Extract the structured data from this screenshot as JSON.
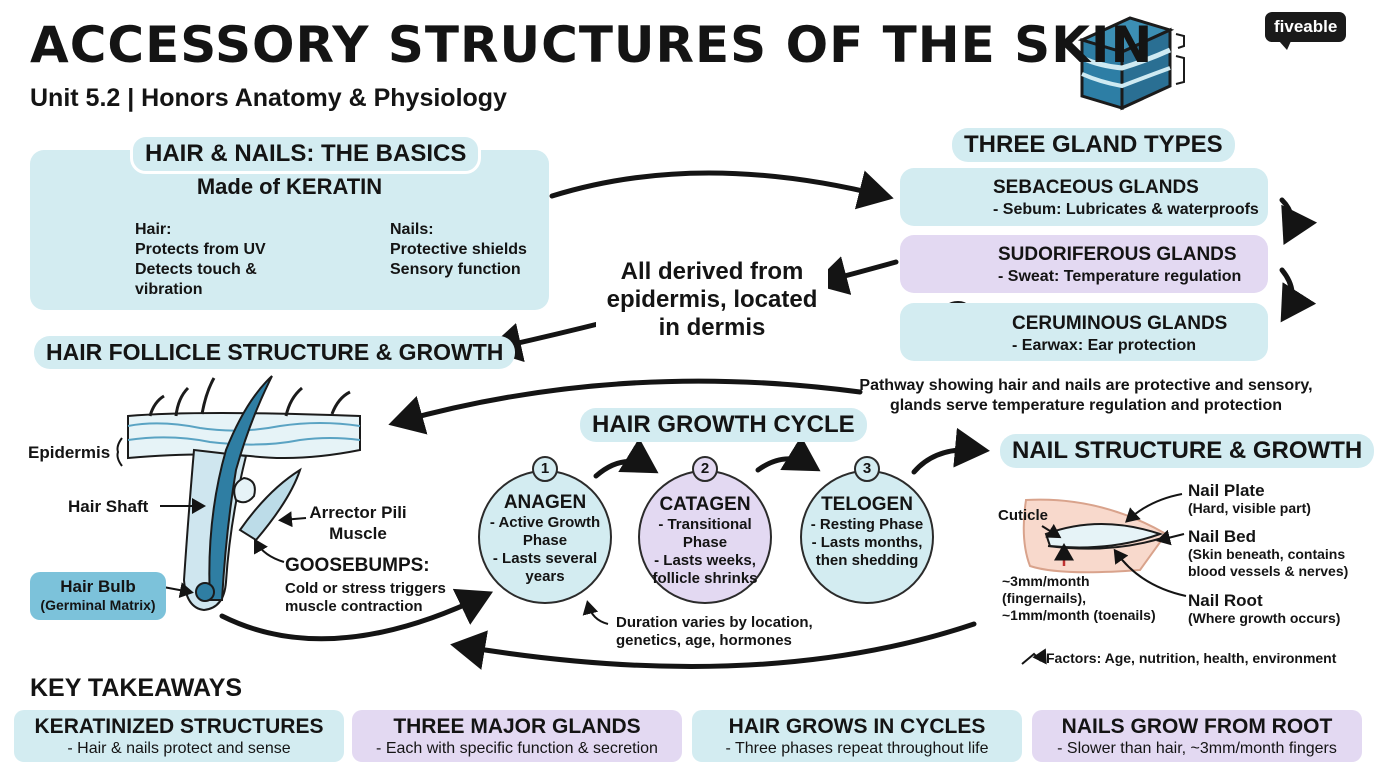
{
  "header": {
    "title": "ACCESSORY STRUCTURES OF THE SKIN",
    "subtitle": "Unit 5.2 | Honors Anatomy & Physiology",
    "logo": "fiveable"
  },
  "hair_nails": {
    "heading": "HAIR & NAILS: THE BASICS",
    "made_of": "Made of KERATIN",
    "hair_title": "Hair:",
    "hair_lines": [
      "Protects from UV",
      "Detects touch &",
      "vibration"
    ],
    "nails_title": "Nails:",
    "nails_lines": [
      "Protective shields",
      "Sensory function"
    ]
  },
  "glands": {
    "heading": "THREE GLAND TYPES",
    "items": [
      {
        "name": "SEBACEOUS GLANDS",
        "desc": "- Sebum: Lubricates & waterproofs"
      },
      {
        "name": "SUDORIFEROUS GLANDS",
        "desc": "- Sweat: Temperature regulation"
      },
      {
        "name": "CERUMINOUS GLANDS",
        "desc": "- Earwax: Ear protection"
      }
    ]
  },
  "derived": {
    "lines": [
      "All derived from",
      "epidermis, located",
      "in dermis"
    ]
  },
  "pathway_note": {
    "lines": [
      "Pathway showing hair and nails are protective and sensory,",
      "glands serve temperature regulation and protection"
    ]
  },
  "follicle": {
    "heading": "HAIR FOLLICLE STRUCTURE & GROWTH",
    "epidermis": "Epidermis",
    "hair_shaft": "Hair Shaft",
    "arrector_pili": [
      "Arrector Pili",
      "Muscle"
    ],
    "goosebumps_title": "GOOSEBUMPS:",
    "goosebumps_lines": [
      "Cold or stress triggers",
      "muscle contraction"
    ],
    "hair_bulb": "Hair Bulb",
    "germinal_matrix": "(Germinal Matrix)"
  },
  "cycle": {
    "heading": "HAIR GROWTH CYCLE",
    "phases": [
      {
        "num": "1",
        "name": "ANAGEN",
        "lines": [
          "- Active Growth",
          "Phase",
          "- Lasts several",
          "years"
        ]
      },
      {
        "num": "2",
        "name": "CATAGEN",
        "lines": [
          "- Transitional Phase",
          "- Lasts weeks,",
          "follicle shrinks"
        ]
      },
      {
        "num": "3",
        "name": "TELOGEN",
        "lines": [
          "- Resting Phase",
          "- Lasts months,",
          "then shedding"
        ]
      }
    ],
    "duration_lines": [
      "Duration varies by location,",
      "genetics, age, hormones"
    ]
  },
  "nail": {
    "heading": "NAIL STRUCTURE & GROWTH",
    "cuticle": "Cuticle",
    "plate_title": "Nail Plate",
    "plate_desc": "(Hard, visible part)",
    "bed_title": "Nail Bed",
    "bed_lines": [
      "(Skin beneath, contains",
      "blood vessels & nerves)"
    ],
    "root_title": "Nail Root",
    "root_desc": "(Where growth occurs)",
    "rate_lines": [
      "~3mm/month",
      "(fingernails),",
      "~1mm/month (toenails)"
    ],
    "factors": "Factors: Age, nutrition, health, environment"
  },
  "takeaways": {
    "heading": "KEY TAKEAWAYS",
    "cards": [
      {
        "title": "KERATINIZED STRUCTURES",
        "desc": "- Hair & nails protect and sense"
      },
      {
        "title": "THREE MAJOR GLANDS",
        "desc": "- Each with specific function & secretion"
      },
      {
        "title": "HAIR GROWS IN CYCLES",
        "desc": "- Three phases repeat throughout life"
      },
      {
        "title": "NAILS GROW FROM ROOT",
        "desc": "- Slower than hair, ~3mm/month fingers"
      }
    ]
  },
  "colors": {
    "blue_panel": "#d3ecf1",
    "purple_panel": "#e3d9f2",
    "hair_blue": "#2f7ea3",
    "ink": "#141414"
  }
}
